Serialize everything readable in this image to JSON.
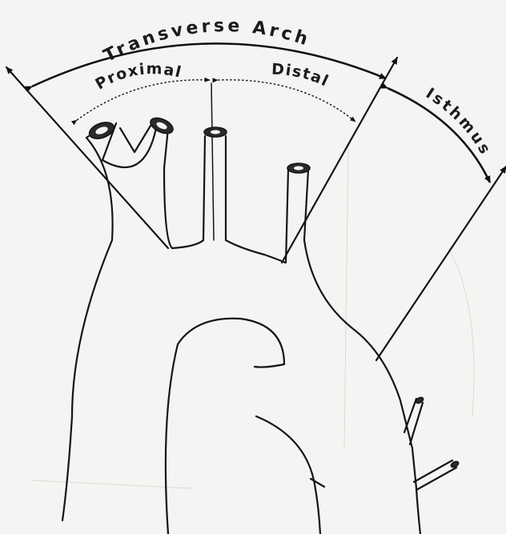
{
  "diagram": {
    "labels": {
      "transverse_arch": "Transverse  Arch",
      "proximal": "Proximal",
      "distal": "Distal",
      "isthmus": "Isthmus"
    },
    "colors": {
      "ink": "#151515",
      "paper": "#f4f4f2"
    }
  }
}
